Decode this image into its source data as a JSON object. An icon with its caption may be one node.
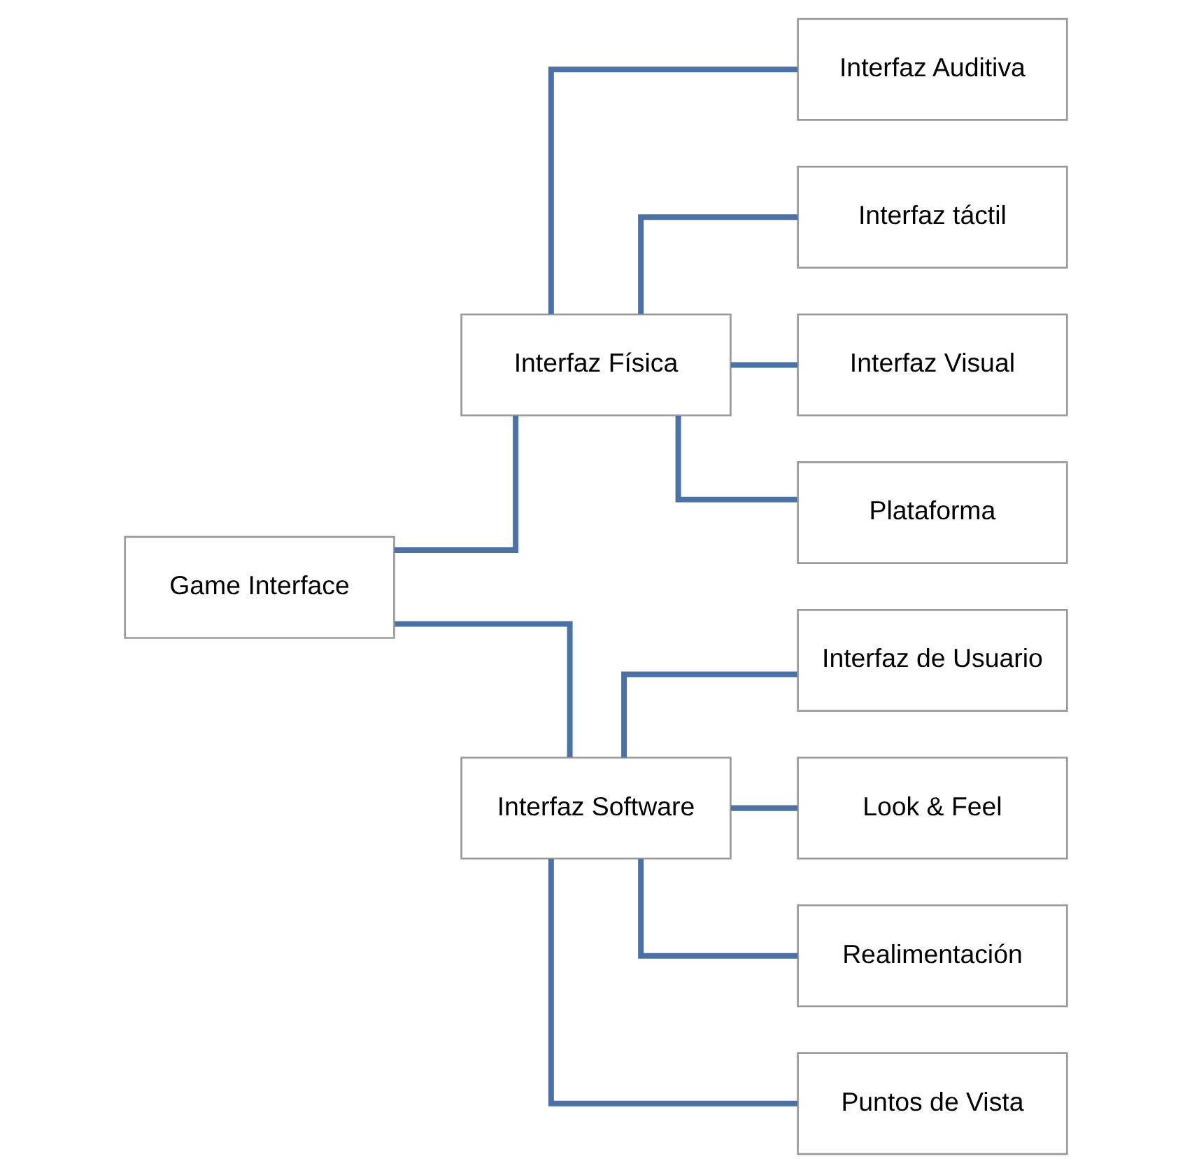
{
  "diagram": {
    "nodes": [
      {
        "text": [
          "Game Interface"
        ]
      },
      {
        "text": [
          "Interfaz Física"
        ]
      },
      {
        "text": [
          "Interfaz Auditiva"
        ]
      },
      {
        "text": [
          "Interfaz táctil"
        ]
      },
      {
        "text": [
          "Interfaz Visual"
        ]
      },
      {
        "text": [
          "Plataforma"
        ]
      },
      {
        "text": [
          "Interfaz Software"
        ]
      },
      {
        "text": [
          "Interfaz de Usuario"
        ]
      },
      {
        "text": [
          "Look & Feel"
        ]
      },
      {
        "text": [
          "Realimentación"
        ]
      },
      {
        "text": [
          "Puntos de Vista"
        ]
      }
    ],
    "edges": [
      {
        "from": 0,
        "to": 1,
        "arrow": "none"
      },
      {
        "from": 0,
        "to": 6,
        "arrow": "none"
      },
      {
        "from": 1,
        "to": 2,
        "arrow": "none"
      },
      {
        "from": 1,
        "to": 3,
        "arrow": "none"
      },
      {
        "from": 1,
        "to": 4,
        "arrow": "none"
      },
      {
        "from": 1,
        "to": 5,
        "arrow": "none"
      },
      {
        "from": 6,
        "to": 7,
        "arrow": "none"
      },
      {
        "from": 6,
        "to": 8,
        "arrow": "none"
      },
      {
        "from": 6,
        "to": 9,
        "arrow": "none"
      },
      {
        "from": 6,
        "to": 10,
        "arrow": "none"
      }
    ]
  }
}
